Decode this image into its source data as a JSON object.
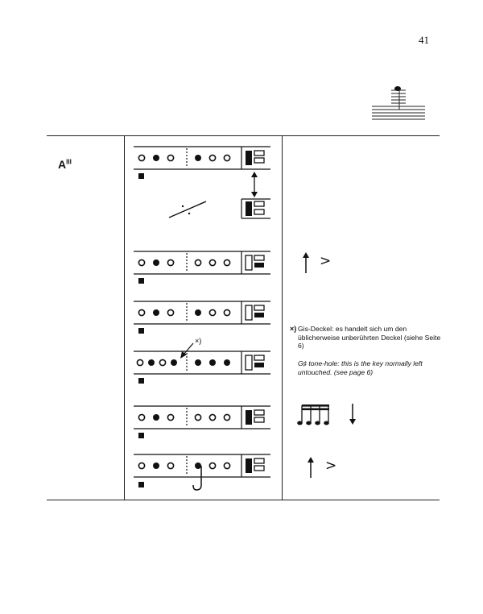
{
  "page": {
    "number": "41"
  },
  "section": {
    "label": "A",
    "superscript": "III"
  },
  "footnote": {
    "marker": "×)",
    "german": "Gis-Deckel: es handelt sich um den üblicherweise unberührten Deckel (siehe Seite 6)",
    "english": "G♯ tone-hole: this is the key normally left untouched. (see page 6)",
    "diagram_marker": "×)"
  },
  "symbols": {
    "greater_than": ">",
    "arrow_up": "up-arrow-icon",
    "arrow_down": "down-arrow-icon"
  },
  "fingerings": [
    {
      "row": 1,
      "holes": [
        "open",
        "closed",
        "open",
        "closed",
        "open",
        "open"
      ],
      "key": "closed-upper"
    },
    {
      "row": 2,
      "holes": [
        "open",
        "closed",
        "open",
        "open",
        "open",
        "open"
      ],
      "key": "open-two-lower-closed"
    },
    {
      "row": 3,
      "holes": [
        "open",
        "closed",
        "open",
        "closed",
        "open",
        "open"
      ],
      "key": "open-two-lower-closed"
    },
    {
      "row": 4,
      "holes": [
        "open",
        "closed",
        "open",
        "closed",
        "closed",
        "closed",
        "closed"
      ],
      "key": "open-two-lower-closed",
      "gis_key": true
    },
    {
      "row": 5,
      "holes": [
        "open",
        "closed",
        "open",
        "open",
        "open",
        "open"
      ],
      "key": "closed-upper"
    },
    {
      "row": 6,
      "holes": [
        "open",
        "closed",
        "open",
        "closed",
        "open",
        "open"
      ],
      "key": "closed-upper",
      "half_hole": true
    }
  ]
}
